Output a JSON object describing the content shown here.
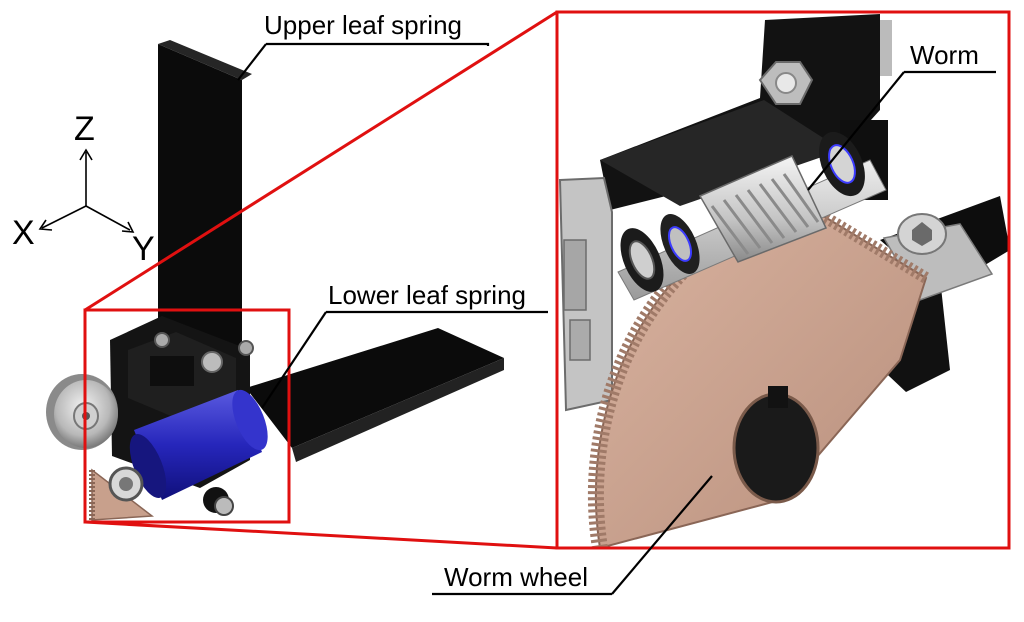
{
  "labels": {
    "upper_leaf_spring": "Upper leaf spring",
    "lower_leaf_spring": "Lower leaf spring",
    "worm": "Worm",
    "worm_wheel": "Worm wheel"
  },
  "axes": {
    "z": "Z",
    "x": "X",
    "y": "Y"
  },
  "colors": {
    "callout_frame": "#e01010",
    "leaf_spring": "#0a0a0a",
    "motor": "#2424b8",
    "worm_wheel": "#c9a08c",
    "housing": "#151515",
    "metal": "#c8c8c8"
  },
  "icons": [
    "coordinate-axes-icon"
  ]
}
